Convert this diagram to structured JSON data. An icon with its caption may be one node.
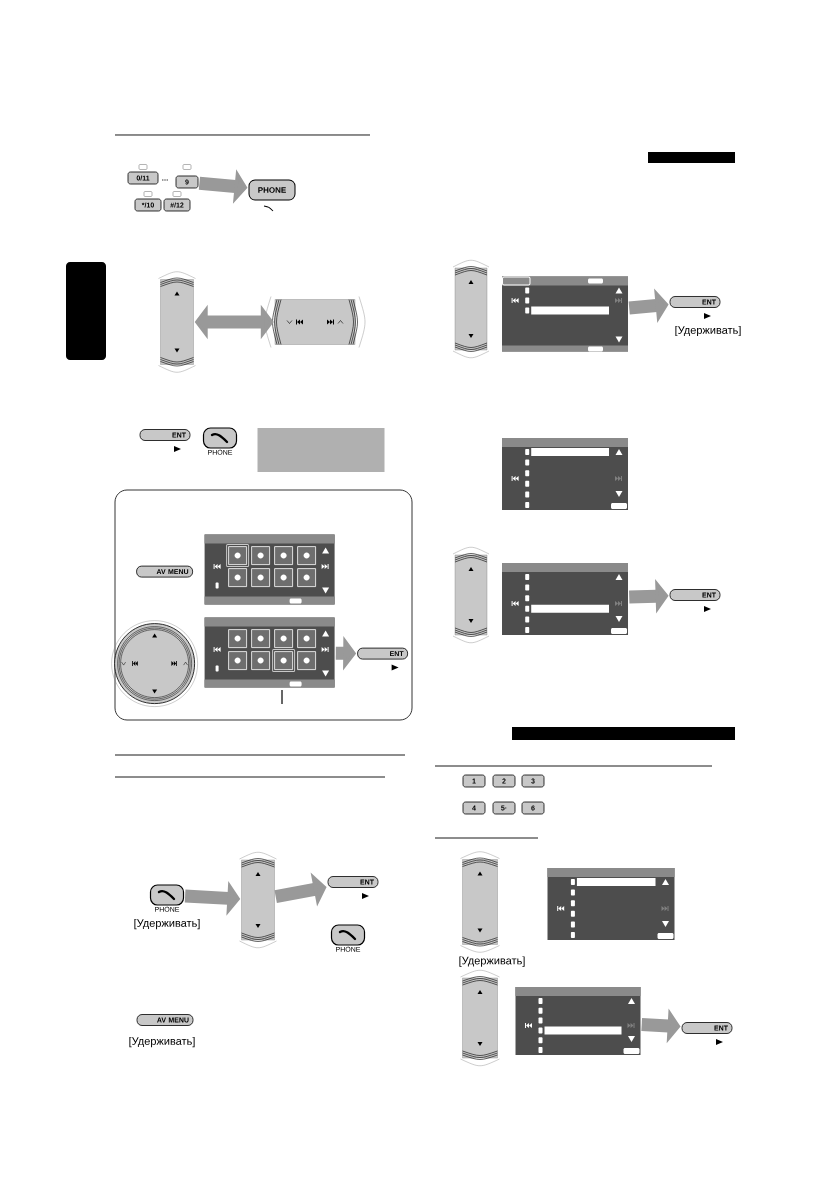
{
  "diagram": {
    "nodes": [
      {
        "text": [
          "0/11"
        ]
      },
      {
        "text": [
          "9"
        ]
      },
      {
        "text": [
          "*/10"
        ]
      },
      {
        "text": [
          "#/12"
        ]
      },
      {
        "text": [
          "PHONE"
        ]
      },
      {
        "text": [],
        "shape": "button"
      },
      {
        "text": [],
        "shape": "button"
      },
      {
        "text": [
          "ENT"
        ]
      },
      {
        "text": [
          "PHONE"
        ]
      },
      {
        "text": [],
        "shape": "box"
      },
      {
        "text": [],
        "shape": "box"
      },
      {
        "text": [
          "AV MENU"
        ],
        "in": 10
      },
      {
        "text": [],
        "shape": "screen",
        "in": 10
      },
      {
        "text": [],
        "shape": "circle",
        "in": 10
      },
      {
        "text": [],
        "shape": "screen",
        "in": 10
      },
      {
        "text": [
          "ENT"
        ],
        "in": 10
      },
      {
        "text": [
          "PHONE"
        ],
        "beside": [
          "[Удерживать]"
        ]
      },
      {
        "text": [],
        "shape": "button"
      },
      {
        "text": [
          "ENT"
        ]
      },
      {
        "text": [
          "PHONE"
        ]
      },
      {
        "text": [
          "AV MENU"
        ],
        "beside": [
          "[Удерживать]"
        ]
      },
      {
        "text": [],
        "shape": "button"
      },
      {
        "text": [],
        "shape": "screen"
      },
      {
        "text": [
          "ENT"
        ],
        "beside": [
          "[Удерживать]"
        ]
      },
      {
        "text": [],
        "shape": "screen"
      },
      {
        "text": [],
        "shape": "button"
      },
      {
        "text": [],
        "shape": "screen"
      },
      {
        "text": [
          "ENT"
        ]
      },
      {
        "text": [
          "1"
        ]
      },
      {
        "text": [
          "2"
        ]
      },
      {
        "text": [
          "3"
        ]
      },
      {
        "text": [
          "4"
        ]
      },
      {
        "text": [
          "5·"
        ]
      },
      {
        "text": [
          "6"
        ]
      },
      {
        "text": [],
        "shape": "button",
        "beside": [
          "[Удерживать]"
        ]
      },
      {
        "text": [],
        "shape": "screen"
      },
      {
        "text": [],
        "shape": "button"
      },
      {
        "text": [],
        "shape": "screen"
      },
      {
        "text": [
          "ENT"
        ]
      }
    ],
    "edges": [
      {
        "from": 1,
        "to": 4,
        "arrow": "to"
      },
      {
        "from": 5,
        "to": 6,
        "arrow": "both"
      },
      {
        "from": 14,
        "to": 15,
        "arrow": "to"
      },
      {
        "from": 16,
        "to": 17,
        "arrow": "to"
      },
      {
        "from": 17,
        "to": 18,
        "arrow": "to"
      },
      {
        "from": 22,
        "to": 23,
        "arrow": "to"
      },
      {
        "from": 26,
        "to": 27,
        "arrow": "to"
      },
      {
        "from": 37,
        "to": 38,
        "arrow": "to"
      }
    ],
    "labels": [
      "..."
    ]
  }
}
